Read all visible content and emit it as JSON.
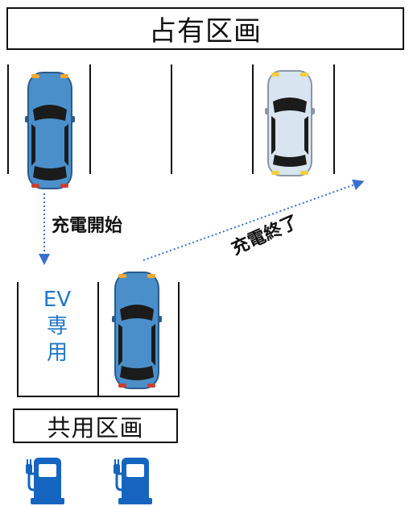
{
  "occupied_area": {
    "title": "占有区画"
  },
  "shared_area": {
    "title": "共用区画"
  },
  "ev_spot": {
    "label_line1": "EV",
    "label_line2": "専",
    "label_line3": "用"
  },
  "arrows": {
    "start_label": "充電開始",
    "end_label": "充電終了"
  },
  "colors": {
    "blue_car": "#4a8fca",
    "white_car": "#d8e4f0",
    "arrow": "#3a6fd0",
    "charger": "#1565c0",
    "ev_text": "#1f78c8",
    "line": "#111111"
  },
  "icons": [
    "blue-car-icon",
    "white-car-icon",
    "ev-charger-icon"
  ]
}
